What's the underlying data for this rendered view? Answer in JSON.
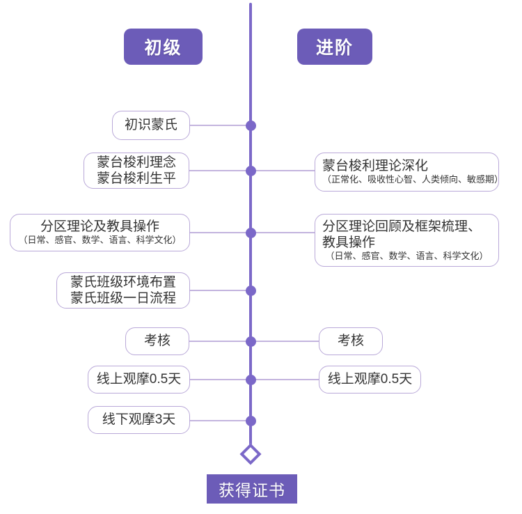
{
  "header": {
    "basic_label": "初级",
    "advanced_label": "进阶"
  },
  "timeline": {
    "axis_color": "#7b68c8",
    "node_color": "#7b68c8",
    "connector_color": "#c3b4de",
    "card_border_color": "#b9a8d8",
    "accent_color": "#6c5cb8",
    "node_count": 7
  },
  "rows": [
    {
      "basic": {
        "lines": [
          "初识蒙氏"
        ],
        "sub": ""
      },
      "advanced": null
    },
    {
      "basic": {
        "lines": [
          "蒙台梭利理念",
          "蒙台梭利生平"
        ],
        "sub": ""
      },
      "advanced": {
        "lines": [
          "蒙台梭利理论深化"
        ],
        "sub": "（正常化、吸收性心智、人类倾向、敏感期）"
      }
    },
    {
      "basic": {
        "lines": [
          "分区理论及教具操作"
        ],
        "sub": "（日常、感官、数学、语言、科学文化）"
      },
      "advanced": {
        "lines": [
          "分区理论回顾及框架梳理、",
          "教具操作"
        ],
        "sub": "（日常、感官、数学、语言、科学文化）"
      }
    },
    {
      "basic": {
        "lines": [
          "蒙氏班级环境布置",
          "蒙氏班级一日流程"
        ],
        "sub": ""
      },
      "advanced": null
    },
    {
      "basic": {
        "lines": [
          "考核"
        ],
        "sub": ""
      },
      "advanced": {
        "lines": [
          "考核"
        ],
        "sub": ""
      }
    },
    {
      "basic": {
        "lines": [
          "线上观摩0.5天"
        ],
        "sub": ""
      },
      "advanced": {
        "lines": [
          "线上观摩0.5天"
        ],
        "sub": ""
      }
    },
    {
      "basic": {
        "lines": [
          "线下观摩3天"
        ],
        "sub": ""
      },
      "advanced": null
    }
  ],
  "footer": {
    "certificate_label": "获得证书"
  }
}
